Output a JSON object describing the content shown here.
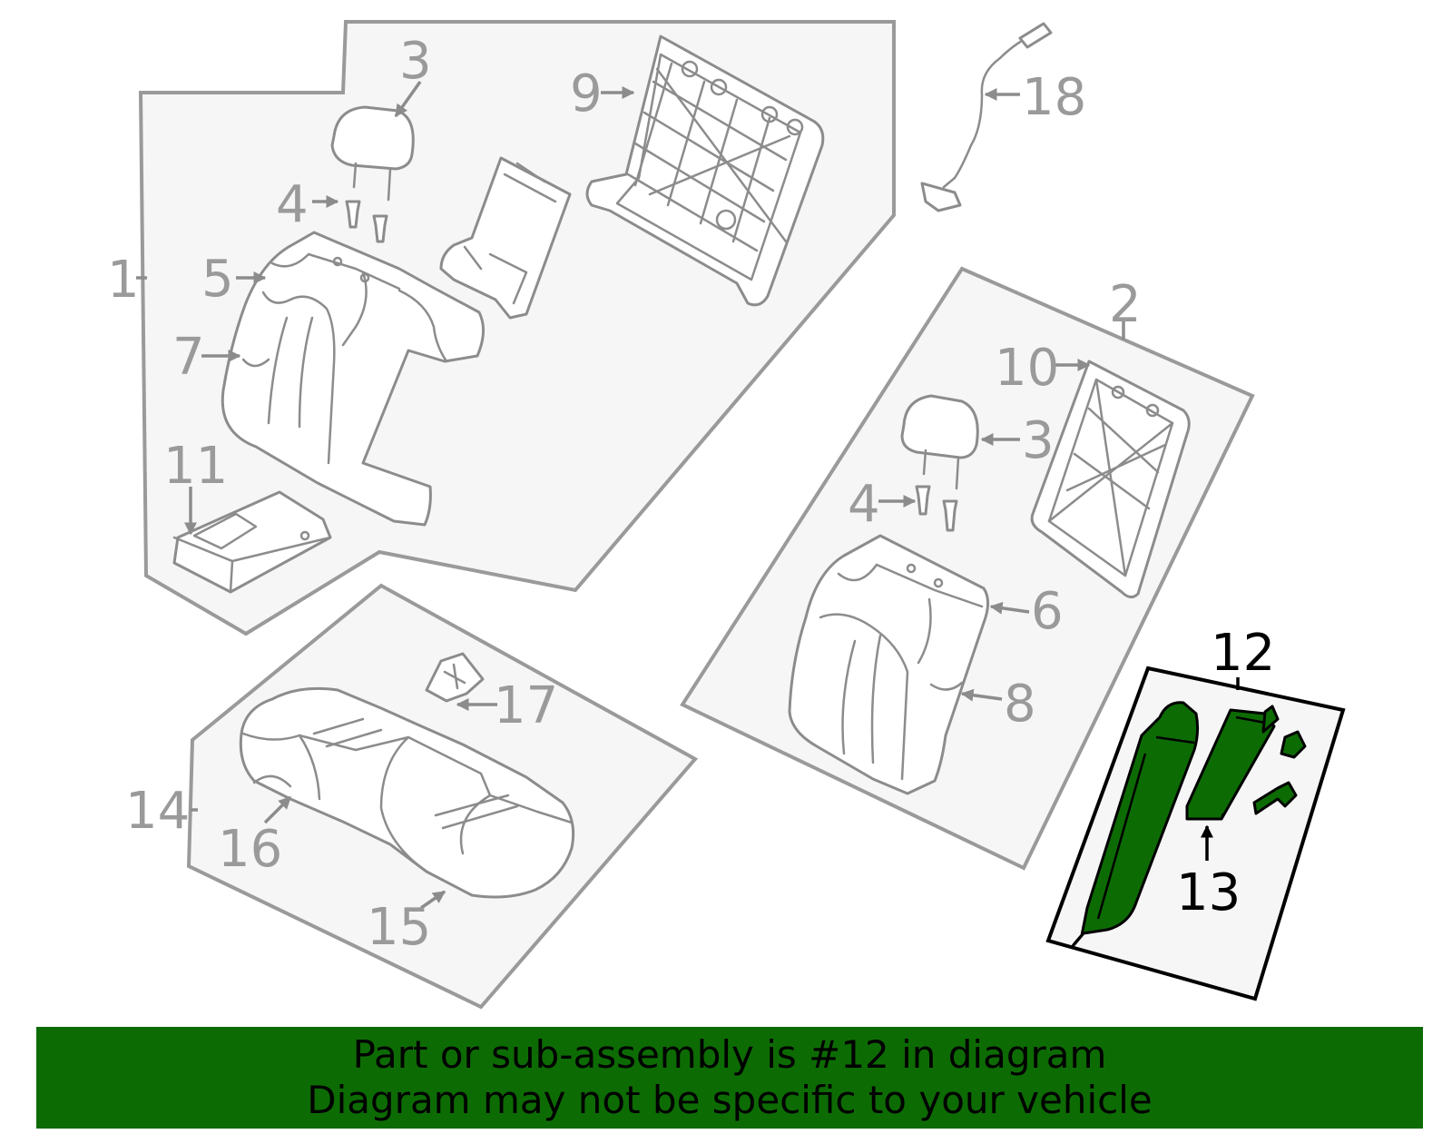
{
  "diagram": {
    "highlight_color": "#0d6b04",
    "highlighted_part": "12",
    "callouts": {
      "c1": "1",
      "c2": "2",
      "c3a": "3",
      "c3b": "3",
      "c4a": "4",
      "c4b": "4",
      "c5": "5",
      "c6": "6",
      "c7": "7",
      "c8": "8",
      "c9": "9",
      "c10": "10",
      "c11": "11",
      "c12": "12",
      "c13": "13",
      "c14": "14",
      "c15": "15",
      "c16": "16",
      "c17": "17",
      "c18": "18"
    }
  },
  "banner": {
    "line1": "Part or sub-assembly is #12 in diagram",
    "line2": "Diagram may not be specific to your vehicle",
    "background": "#0d6b04"
  }
}
